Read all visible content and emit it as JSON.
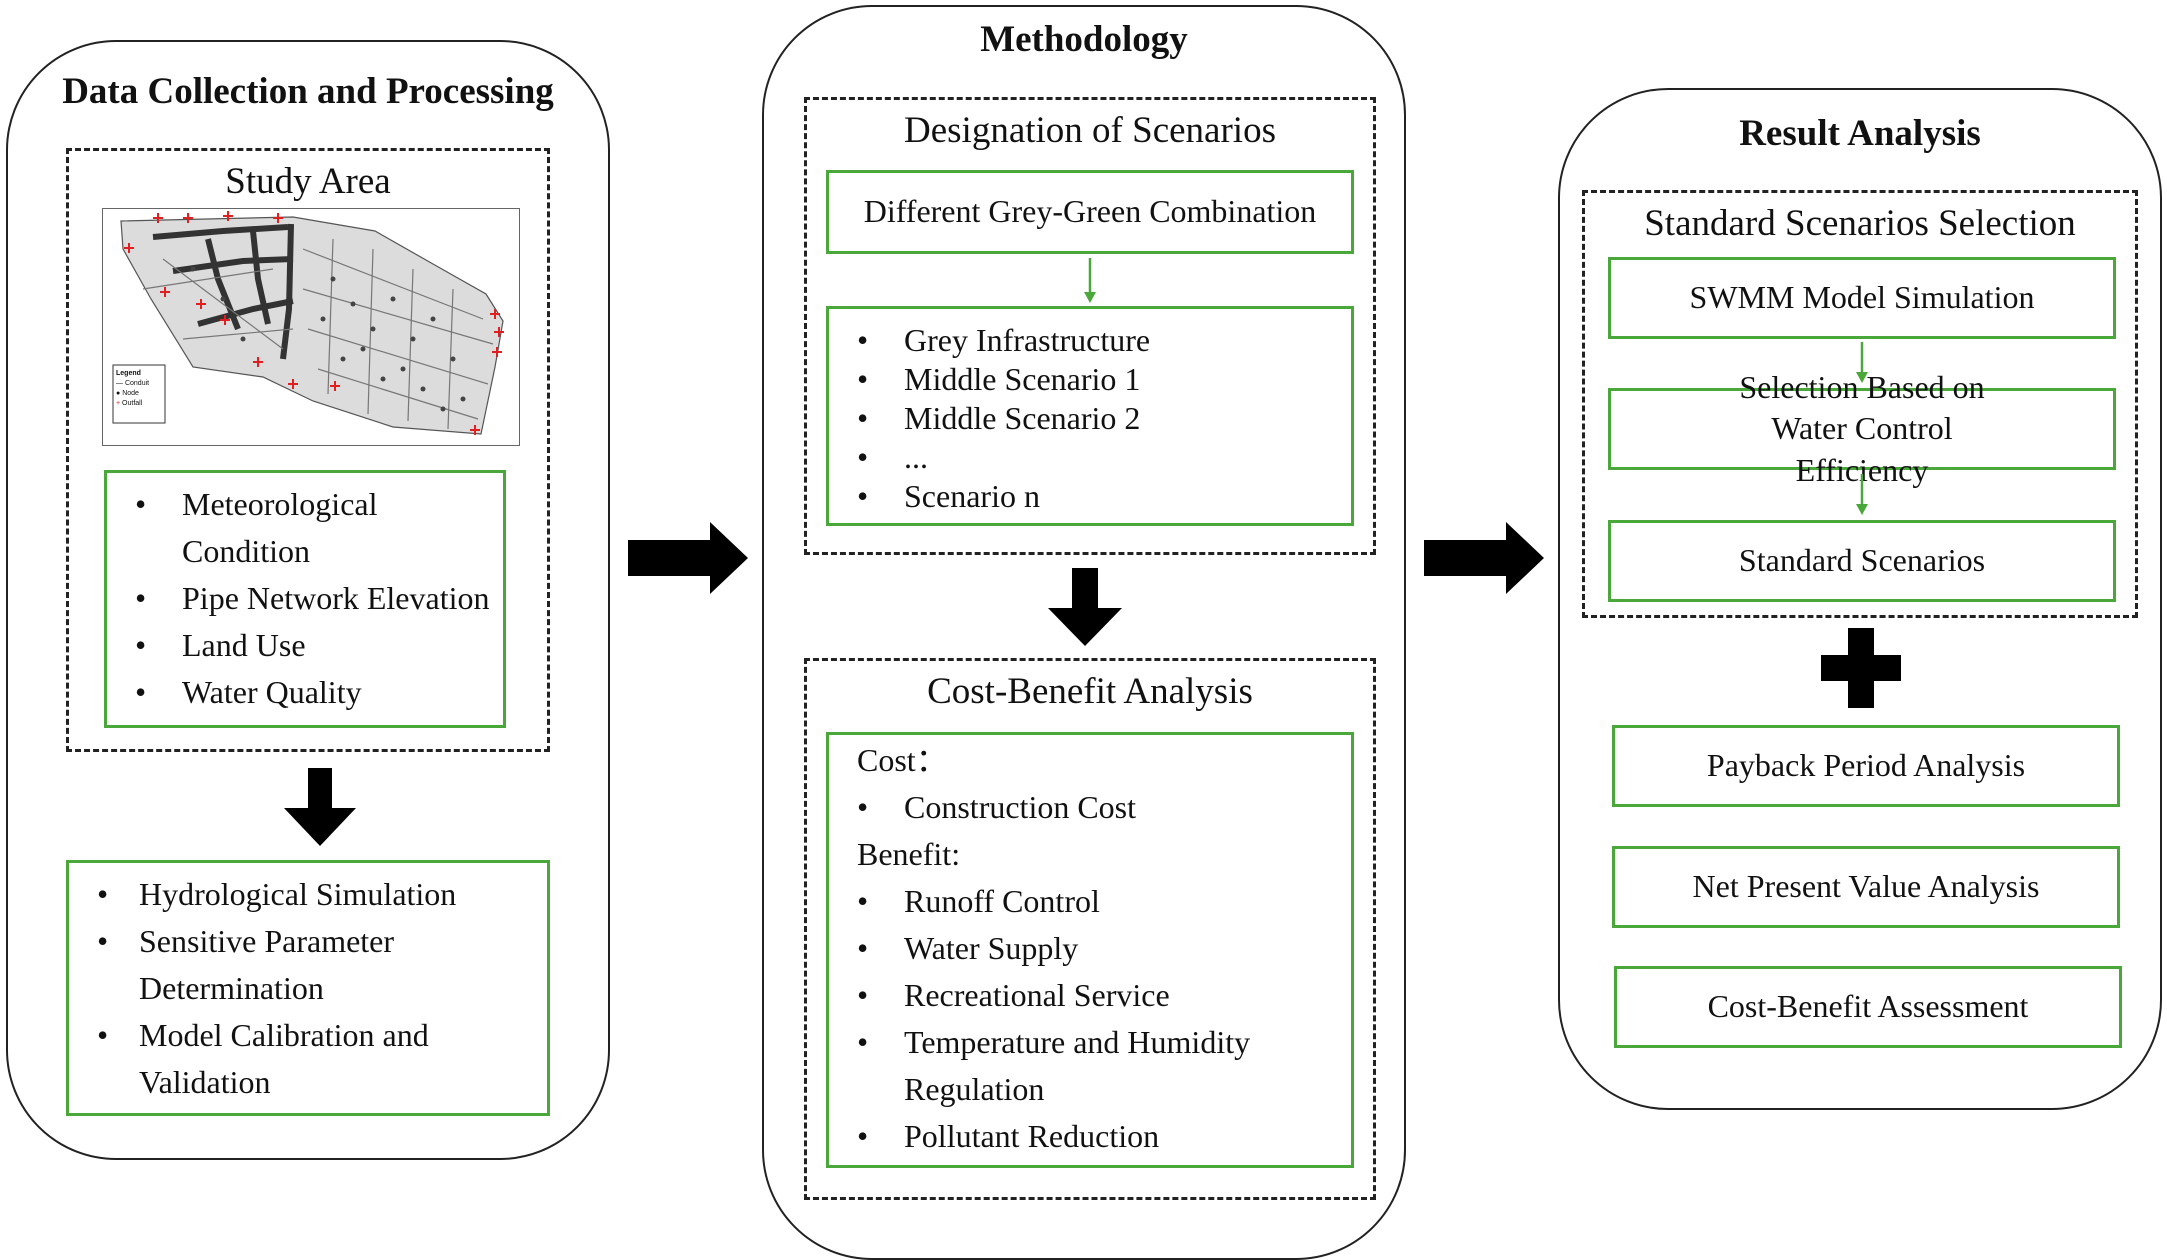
{
  "panels": {
    "data": {
      "title": "Data Collection and Processing",
      "study_area": {
        "title": "Study Area",
        "map": {
          "legend_title": "Legend",
          "legend_items": [
            "Conduit",
            "Node",
            "Outfall"
          ]
        },
        "factors": [
          "Meteorological Condition",
          "Pipe Network Elevation",
          "Land Use",
          "Water Quality"
        ]
      },
      "processing": [
        "Hydrological Simulation",
        " Sensitive Parameter Determination",
        "Model Calibration and Validation"
      ]
    },
    "methodology": {
      "title": "Methodology",
      "designation": {
        "title": "Designation of Scenarios",
        "combination": "Different Grey-Green Combination",
        "scenarios": [
          "Grey Infrastructure",
          "Middle Scenario 1",
          "Middle Scenario 2",
          "...",
          "Scenario n"
        ]
      },
      "cost_benefit": {
        "title": "Cost-Benefit Analysis",
        "cost_label": "Cost：",
        "costs": [
          "Construction Cost"
        ],
        "benefit_label": "Benefit:",
        "benefits": [
          "Runoff Control",
          "Water Supply",
          "Recreational Service",
          "Temperature and Humidity Regulation",
          "Pollutant Reduction"
        ]
      }
    },
    "result": {
      "title": "Result Analysis",
      "selection": {
        "title": "Standard Scenarios Selection",
        "steps": [
          "SWMM Model Simulation",
          "Selection Based on Water Control Efficiency",
          "Standard Scenarios"
        ]
      },
      "analyses": [
        "Payback Period Analysis",
        "Net Present Value Analysis",
        "Cost-Benefit Assessment"
      ]
    }
  },
  "colors": {
    "green_border": "#4aa83a",
    "black": "#111111",
    "outfall_marker": "#e02020"
  }
}
